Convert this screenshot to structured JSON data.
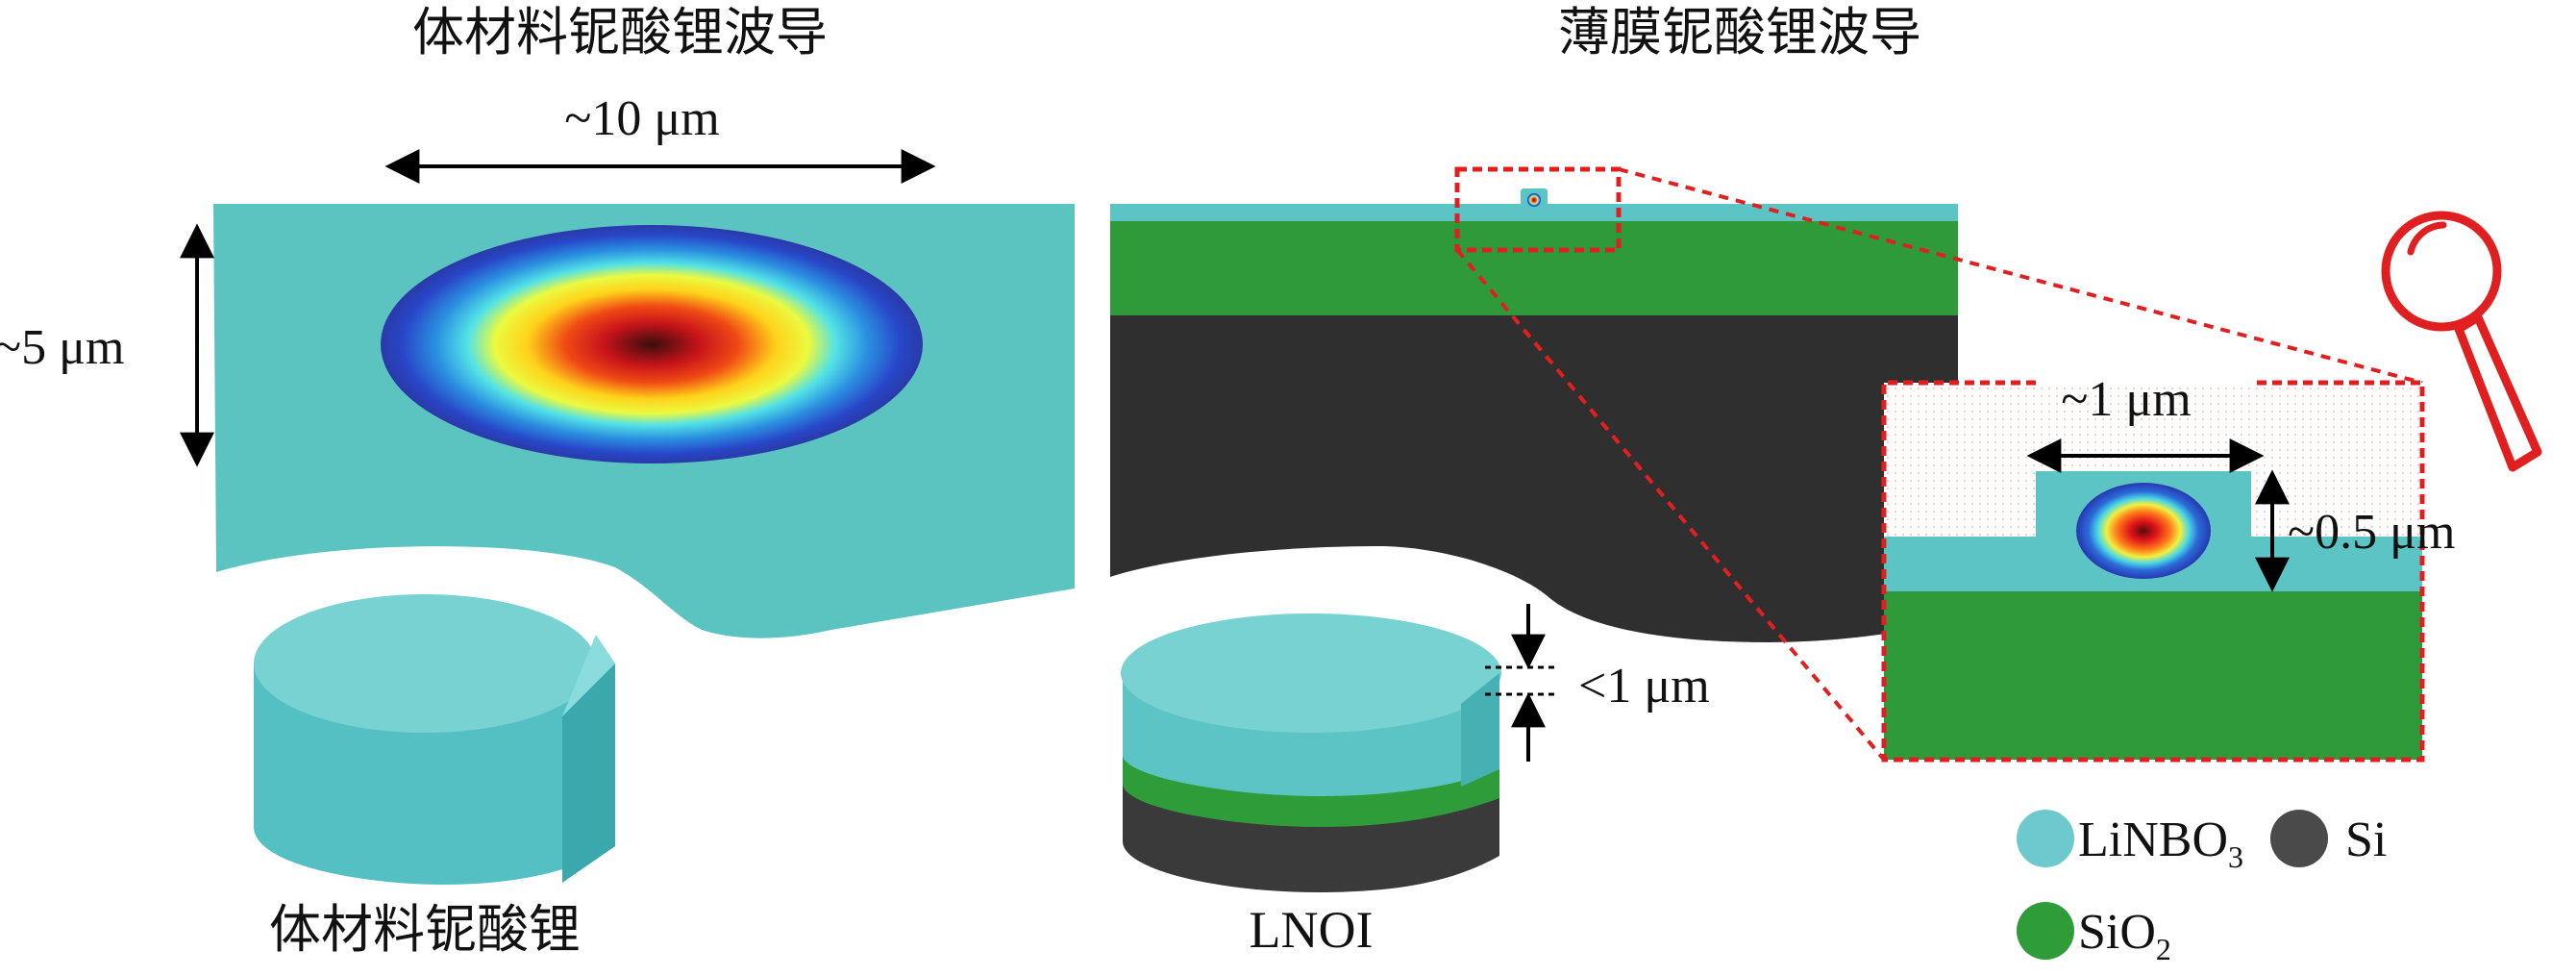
{
  "titles": {
    "bulk_waveguide": "体材料铌酸锂波导",
    "thin_film_waveguide": "薄膜铌酸锂波导"
  },
  "dimensions": {
    "bulk_width": "~10 μm",
    "bulk_height": "~5 μm",
    "film_thickness": "<1 μm",
    "ridge_width": "~1 μm",
    "ridge_height": "~0.5 μm"
  },
  "captions": {
    "bulk_wafer": "体材料铌酸锂",
    "lnoi_wafer": "LNOI"
  },
  "legend": {
    "items": [
      {
        "label": "LiNBO",
        "sub": "3",
        "color": "#6ec9cf"
      },
      {
        "label": "Si",
        "sub": "",
        "color": "#4a4a4a"
      },
      {
        "label": "SiO",
        "sub": "2",
        "color": "#2f9c3a"
      }
    ]
  },
  "colors": {
    "linbo3": "#5fc4c4",
    "sio2": "#2e9a3a",
    "si": "#2f2f2f",
    "zoom_outline": "#e02020"
  },
  "icons": {
    "magnifier": "magnifier-icon"
  }
}
